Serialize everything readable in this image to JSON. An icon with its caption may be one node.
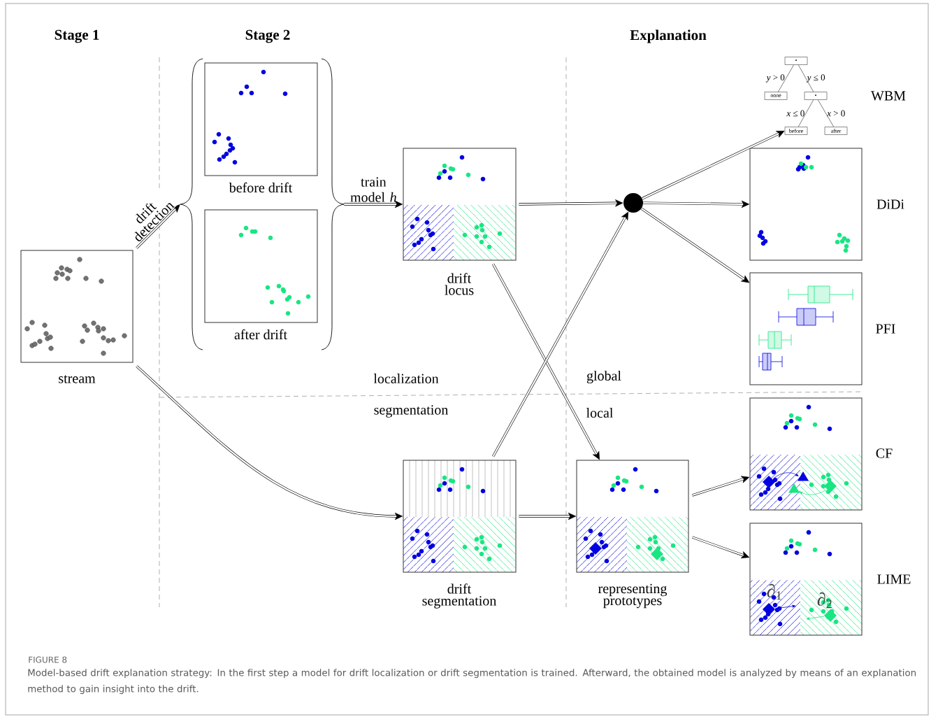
{
  "diagram": {
    "caption": "Model-based drift explanation strategy: In the first step a model for drift localization or drift segmentation is trained. Afterward, the obtained model is analyzed by means of an explanation method to gain insight into the drift.",
    "nodes": [
      {
        "text": [],
        "shape": "box",
        "beside": [
          "stream"
        ]
      },
      {
        "text": [],
        "shape": "brace"
      },
      {
        "text": [],
        "shape": "box",
        "in": 1,
        "beside": [
          "before drift"
        ]
      },
      {
        "text": [],
        "shape": "box",
        "in": 1,
        "beside": [
          "after drift"
        ]
      },
      {
        "text": [],
        "shape": "box",
        "beside": [
          "drift locus"
        ]
      },
      {
        "text": [],
        "shape": "circle"
      },
      {
        "text": [
          "•"
        ]
      },
      {
        "text": [
          "none"
        ]
      },
      {
        "text": [
          "•"
        ]
      },
      {
        "text": [
          "before"
        ]
      },
      {
        "text": [
          "after"
        ]
      },
      {
        "text": [],
        "shape": "box",
        "beside": [
          "DiDi"
        ]
      },
      {
        "text": [],
        "shape": "box",
        "beside": [
          "PFI"
        ]
      },
      {
        "text": [],
        "shape": "box",
        "beside": [
          "drift segmentation"
        ]
      },
      {
        "text": [],
        "shape": "box",
        "beside": [
          "representing prototypes"
        ]
      },
      {
        "text": [],
        "shape": "box",
        "beside": [
          "CF"
        ]
      },
      {
        "text": [],
        "shape": "box",
        "beside": [
          "LIME"
        ]
      }
    ],
    "edges": [
      {
        "from": 0,
        "to": 1,
        "arrow": "to",
        "label": "drift detection"
      },
      {
        "from": 1,
        "to": 4,
        "arrow": "to",
        "label": "train model *h*"
      },
      {
        "from": 0,
        "to": 13,
        "arrow": "to"
      },
      {
        "from": 4,
        "to": 5,
        "arrow": "to"
      },
      {
        "from": 4,
        "to": 14,
        "arrow": "to"
      },
      {
        "from": 13,
        "to": 5,
        "arrow": "to"
      },
      {
        "from": 13,
        "to": 14,
        "arrow": "to"
      },
      {
        "from": 5,
        "to": 9,
        "arrow": "to"
      },
      {
        "from": 5,
        "to": 11,
        "arrow": "to"
      },
      {
        "from": 5,
        "to": 12,
        "arrow": "to"
      },
      {
        "from": 14,
        "to": 15,
        "arrow": "to"
      },
      {
        "from": 14,
        "to": 16,
        "arrow": "to"
      },
      {
        "from": 6,
        "to": 7,
        "arrow": "none",
        "label": "*y* > 0"
      },
      {
        "from": 6,
        "to": 8,
        "arrow": "none",
        "label": "*y* ≤ 0"
      },
      {
        "from": 8,
        "to": 9,
        "arrow": "none",
        "label": "*x* ≤ 0"
      },
      {
        "from": 8,
        "to": 10,
        "arrow": "none",
        "label": "*x* > 0"
      }
    ],
    "labels": [
      "Stage 1",
      "Stage 2",
      "Explanation",
      "WBM",
      "localization",
      "segmentation",
      "global",
      "local",
      "∂$_{1}$",
      "∂$_{2}$",
      "FIGURE 8"
    ]
  }
}
